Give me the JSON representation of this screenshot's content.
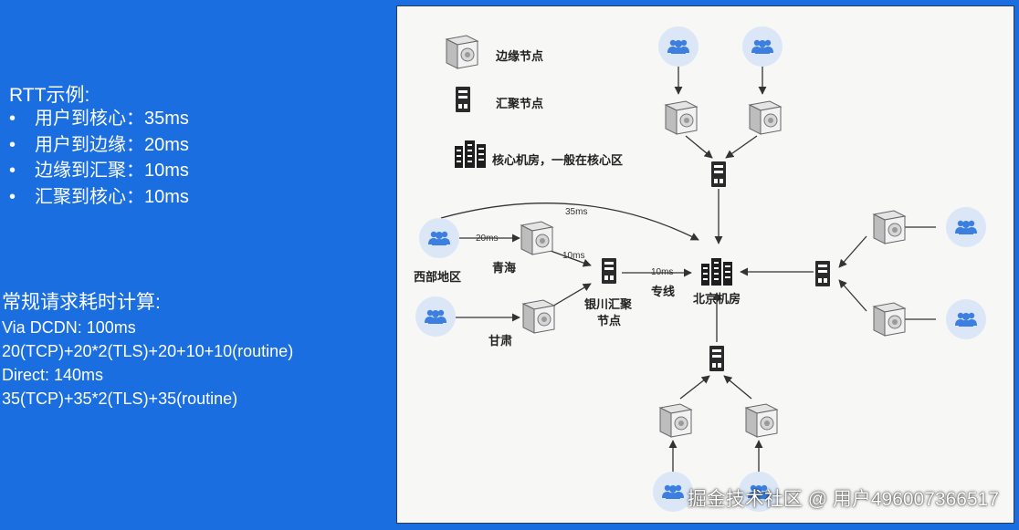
{
  "rtt": {
    "title": "RTT示例:",
    "items": [
      "用户到核心：35ms",
      "用户到边缘：20ms",
      "边缘到汇聚：10ms",
      "汇聚到核心：10ms"
    ]
  },
  "calc": {
    "title": "常规请求耗时计算:",
    "lines": [
      "Via DCDN: 100ms",
      "20(TCP)+20*2(TLS)+20+10+10(routine)",
      "Direct: 140ms",
      "35(TCP)+35*2(TLS)+35(routine)"
    ]
  },
  "legend": {
    "edge": "边缘节点",
    "aggregate": "汇聚节点",
    "core": "核心机房，一般在核心区"
  },
  "diagram": {
    "west": "西部地区",
    "qinghai": "青海",
    "gansu": "甘肃",
    "yinchuan_1": "银川汇聚",
    "yinchuan_2": "节点",
    "beijing": "北京机房",
    "line": "专线",
    "ms35": "35ms",
    "ms20": "20ms",
    "ms10a": "10ms",
    "ms10b": "10ms"
  },
  "watermark": "掘金技术社区 @ 用户496007366517",
  "icons": {
    "user": "user-group-icon",
    "edge": "edge-server-icon",
    "aggregate": "aggregate-server-icon",
    "core": "core-datacenter-icon"
  },
  "colors": {
    "background": "#1a6ee0",
    "panel": "#f7f7f6",
    "user_icon": "#3d7fe0",
    "user_halo": "#dbe7f7"
  }
}
